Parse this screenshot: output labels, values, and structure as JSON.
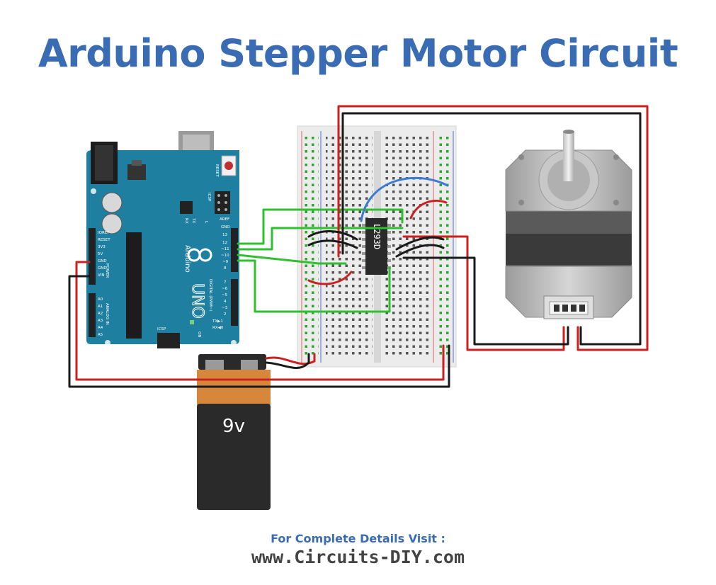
{
  "title": "Arduino Stepper Motor Circuit",
  "arduino": {
    "model": "UNO",
    "brand": "Arduino",
    "reset_label": "RESET",
    "icsp_label": "ICSP",
    "icsp2_label": "ICSP",
    "on_label": "ON",
    "tx_label": "TX",
    "rx_label": "RX",
    "l_label": "L",
    "digital_label": "DIGITAL (PWM~)",
    "power_label": "POWER",
    "analog_label": "ANALOG IN",
    "top_pins": [
      "AREF",
      "GND",
      "13",
      "12",
      "~11",
      "~10",
      "~9",
      "8"
    ],
    "bottom_pins": [
      "7",
      "~6",
      "~5",
      "4",
      "~3",
      "2",
      "TX▶1",
      "RX◀0"
    ],
    "power_pins": [
      "IOREF",
      "RESET",
      "3V3",
      "5V",
      "GND",
      "GND",
      "VIN"
    ],
    "analog_pins": [
      "A0",
      "A1",
      "A2",
      "A3",
      "A4",
      "A5"
    ]
  },
  "driver_ic": {
    "label": "L293D"
  },
  "battery": {
    "label": "9v"
  },
  "colors": {
    "title": "#3a6cb4",
    "wire_green": "#2ec02e",
    "wire_red": "#cc1f1f",
    "wire_black": "#1a1a1a",
    "wire_blue": "#3b7bd4",
    "board": "#1f7fa0"
  },
  "footer": {
    "line1": "For Complete Details Visit :",
    "line2": "www.Circuits-DIY.com"
  }
}
